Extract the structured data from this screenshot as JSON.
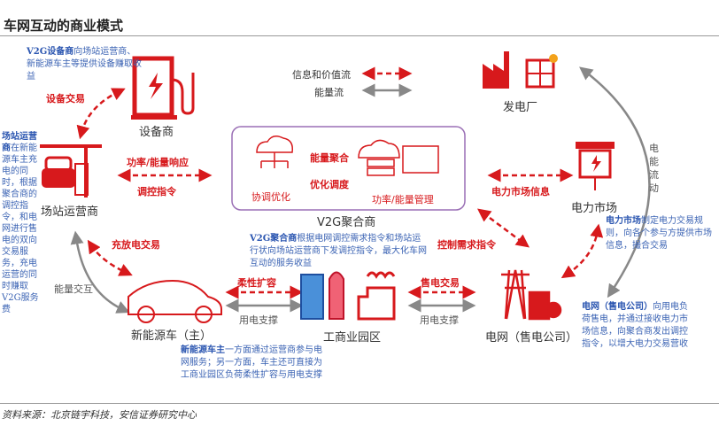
{
  "title": "车网互动的商业模式",
  "legend": {
    "info": "信息和价值流",
    "energy": "能量流"
  },
  "nodes": {
    "equipment": "设备商",
    "station": "场站运营商",
    "aggregator": "V2G聚合商",
    "coord": "协调优化",
    "power_mgmt": "功率/能量管理",
    "plant": "发电厂",
    "market": "电力市场",
    "ev": "新能源车（主）",
    "park": "工商业园区",
    "grid": "电网（售电公司）"
  },
  "flows": {
    "equip_trade": "设备交易",
    "power_resp": "功率/能量响应",
    "dispatch": "调控指令",
    "charge_trade": "充放电交易",
    "energy_interact": "能量交互",
    "energy_agg": "能量聚合",
    "opt_dispatch": "优化调度",
    "market_info": "电力市场信息",
    "control_demand": "控制需求指令",
    "flex": "柔性扩容",
    "support1": "用电支撑",
    "sell": "售电交易",
    "support2": "用电支撑",
    "power_flow": "电能流动"
  },
  "notes": {
    "equip_b": "V2G设备商",
    "equip": "向场站运营商、新能源车主等提供设备赚取收益",
    "station_b": "场站运营商",
    "station": "在新能源车主充电的同时，根据聚合商的调控指令，和电网进行售电的双向交易服务，充电运营的同时赚取V2G服务费",
    "agg_b": "V2G聚合商",
    "agg": "根据电网调控需求指令和场站运行状向场站运营商下发调控指令，最大化车网互动的服务收益",
    "market_b": "电力市场",
    "market": "制定电力交易规则，向各个参与方提供市场信息，撮合交易",
    "grid_b": "电网（售电公司）",
    "grid": "向用电负荷售电，并通过接收电力市场信息，向聚合商发出调控指令，以增大电力交易营收",
    "ev_b": "新能源车主",
    "ev": "一方面通过运营商参与电网服务；另一方面，车主还可直接为工商业园区负荷柔性扩容与用电支撑"
  },
  "source": "资料来源：北京链宇科技，安信证券研究中心",
  "colors": {
    "red": "#d7191c",
    "blue": "#3c64b4",
    "gray": "#888888"
  }
}
